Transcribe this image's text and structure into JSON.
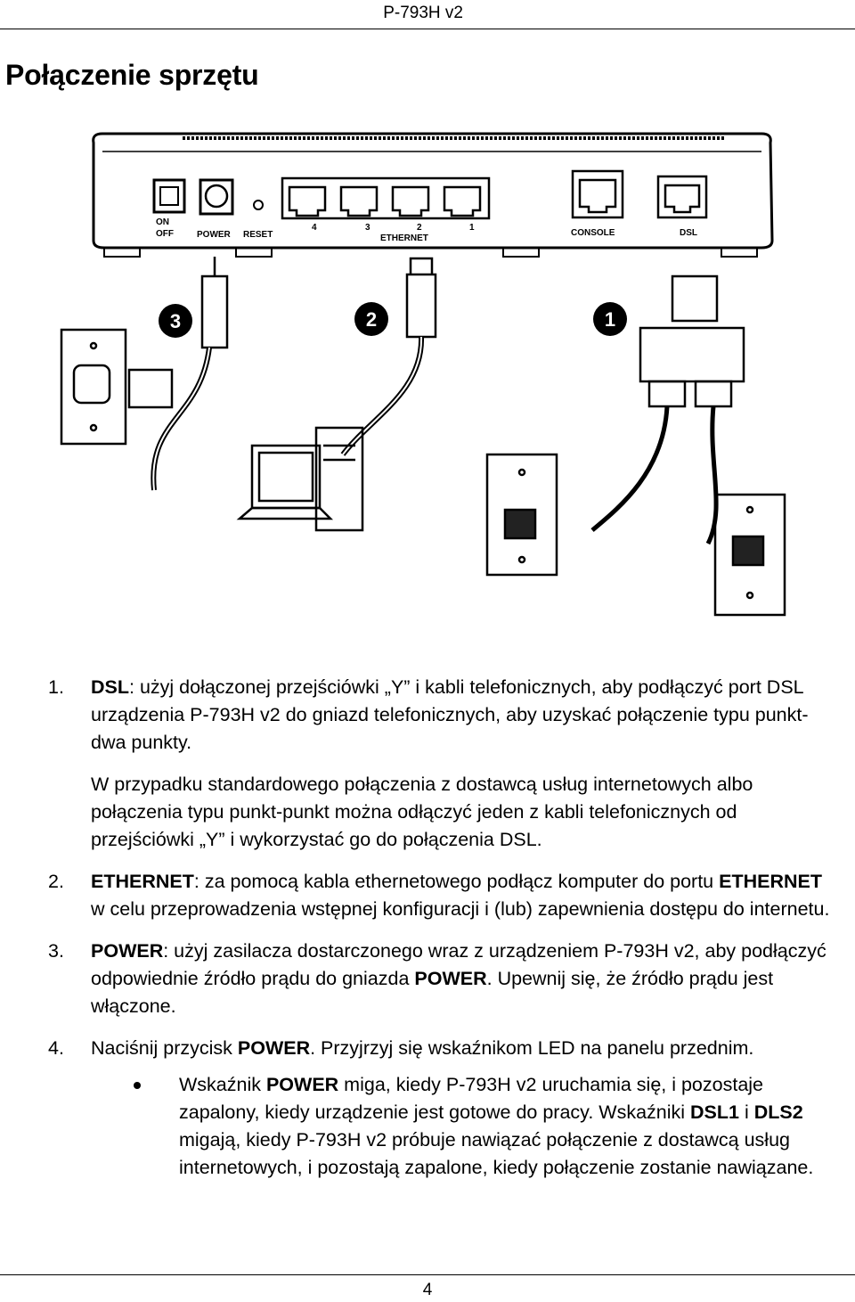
{
  "header": {
    "model": "P-793H v2"
  },
  "title": "Połączenie sprzętu",
  "figure": {
    "panel_labels": {
      "on": "ON",
      "off": "OFF",
      "power": "POWER",
      "reset": "RESET",
      "ethernet": "ETHERNET",
      "console": "CONSOLE",
      "dsl": "DSL"
    },
    "port_numbers": [
      "4",
      "3",
      "2",
      "1"
    ],
    "callouts": [
      "3",
      "2",
      "1"
    ]
  },
  "steps": [
    {
      "num": "1.",
      "bold": "DSL",
      "text": ": użyj dołączonej przejściówki „Y” i kabli telefonicznych, aby podłączyć port DSL urządzenia P-793H v2 do gniazd telefonicznych, aby uzyskać połączenie typu punkt-dwa punkty."
    },
    {
      "num": "2.",
      "bold": "ETHERNET",
      "text_a": ": za pomocą kabla ethernetowego podłącz komputer do portu ",
      "bold2": "ETHERNET",
      "text_b": " w celu przeprowadzenia wstępnej konfiguracji i (lub) zapewnienia dostępu do internetu."
    },
    {
      "num": "3.",
      "bold": "POWER",
      "text_a": ": użyj zasilacza dostarczonego wraz z urządzeniem P-793H v2, aby podłączyć odpowiednie źródło prądu do gniazda ",
      "bold2": "POWER",
      "text_b": ". Upewnij się, że źródło prądu jest włączone."
    },
    {
      "num": "4.",
      "text_a": "Naciśnij przycisk ",
      "bold": "POWER",
      "text_b": ". Przyjrzyj się wskaźnikom LED na panelu przednim."
    }
  ],
  "step1_note": "W przypadku standardowego połączenia z dostawcą usług internetowych albo połączenia typu punkt-punkt można odłączyć jeden z kabli telefonicznych od przejściówki „Y” i wykorzystać go do połączenia DSL.",
  "bullet": {
    "t1": "Wskaźnik ",
    "b1": "POWER",
    "t2": " miga, kiedy P-793H v2 uruchamia się, i pozostaje zapalony, kiedy urządzenie jest gotowe do pracy. Wskaźniki ",
    "b2": "DSL1",
    "t3": " i ",
    "b3": "DLS2",
    "t4": " migają, kiedy P-793H v2 próbuje nawiązać połączenie z dostawcą usług internetowych, i pozostają zapalone, kiedy połączenie zostanie nawiązane."
  },
  "footer": {
    "page": "4"
  }
}
